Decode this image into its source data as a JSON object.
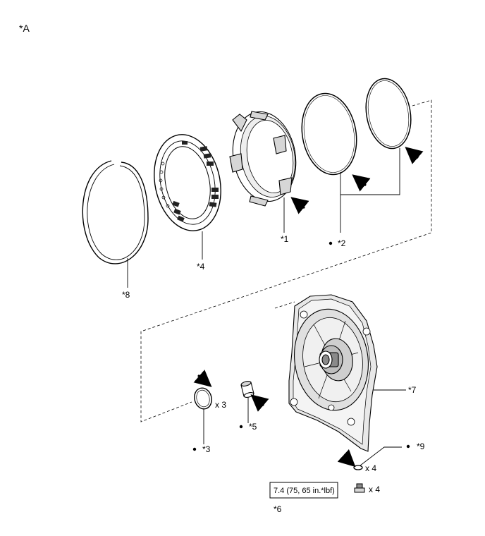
{
  "view_label": "*A",
  "labels": {
    "p1": "*1",
    "p2": "*2",
    "p3": "*3",
    "p4": "*4",
    "p5": "*5",
    "p6": "*6",
    "p7": "*7",
    "p8": "*8",
    "p9": "*9"
  },
  "quantities": {
    "p3": "x 3",
    "p9": "x 4",
    "p6": "x 4"
  },
  "torque": "7.4 (75, 65 in.*lbf)",
  "icons": {
    "arrow": "arrow-icon",
    "dot": "bullet-dot-icon",
    "bolt": "bolt-icon"
  },
  "colors": {
    "line": "#000000",
    "fill": "#ffffff",
    "shade": "#d6d6d6",
    "dark_shade": "#8a8a8a"
  }
}
